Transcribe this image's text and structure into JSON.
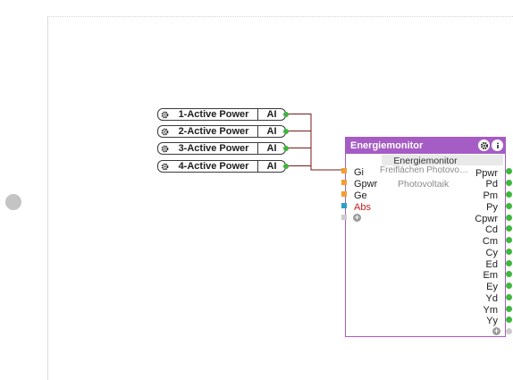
{
  "inputs": [
    {
      "label": "1-Active Power",
      "type": "AI"
    },
    {
      "label": "2-Active Power",
      "type": "AI"
    },
    {
      "label": "3-Active Power",
      "type": "AI"
    },
    {
      "label": "4-Active Power",
      "type": "AI"
    }
  ],
  "energiemonitor": {
    "title": "Energiemonitor",
    "subtitle": "Energiemonitor",
    "location": "Freiflächen Photovoltaik",
    "room": "Photovoltaik",
    "inputs": [
      "Gi",
      "Gpwr",
      "Ge",
      "Abs"
    ],
    "outputs": [
      "Ppwr",
      "Pd",
      "Pm",
      "Py",
      "Cpwr",
      "Cd",
      "Cm",
      "Cy",
      "Ed",
      "Em",
      "Ey",
      "Yd",
      "Ym",
      "Yy"
    ]
  },
  "colors": {
    "block_border": "#a55cc4",
    "output_dot": "#3fb63f",
    "wire": "#7a1a1a",
    "input_marker": "#f0a030",
    "abs_marker": "#2aa0c8"
  },
  "icons": {
    "settings": "gear-icon",
    "info": "info-icon",
    "add": "plus-icon"
  }
}
